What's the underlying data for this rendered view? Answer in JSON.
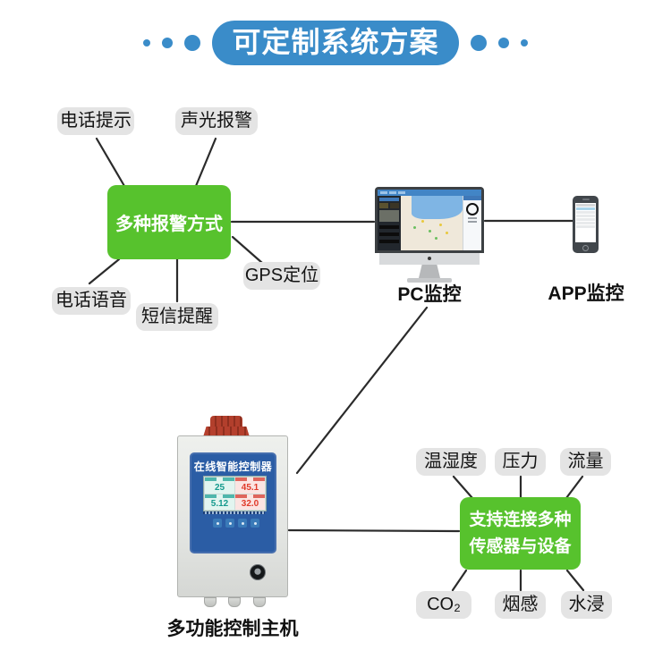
{
  "title": "可定制系统方案",
  "alarm": {
    "box_label": "多种报警方式",
    "pills": [
      "电话提示",
      "声光报警",
      "电话语音",
      "短信提醒",
      "GPS定位"
    ]
  },
  "monitoring": {
    "pc_label": "PC监控",
    "app_label": "APP监控"
  },
  "device": {
    "label": "多功能控制主机",
    "panel_title": "在线智能控制器",
    "readings": [
      "25",
      "45.1",
      "5.12",
      "32.0"
    ]
  },
  "sensors": {
    "box_label_line1": "支持连接多种",
    "box_label_line2": "传感器与设备",
    "pills": [
      "温湿度",
      "压力",
      "流量",
      "CO₂",
      "烟感",
      "水浸"
    ]
  },
  "colors": {
    "accent_blue": "#3a8cc9",
    "accent_green": "#57c22d",
    "pill_gray": "#e4e4e4",
    "line_dark": "#2b2b2b"
  }
}
